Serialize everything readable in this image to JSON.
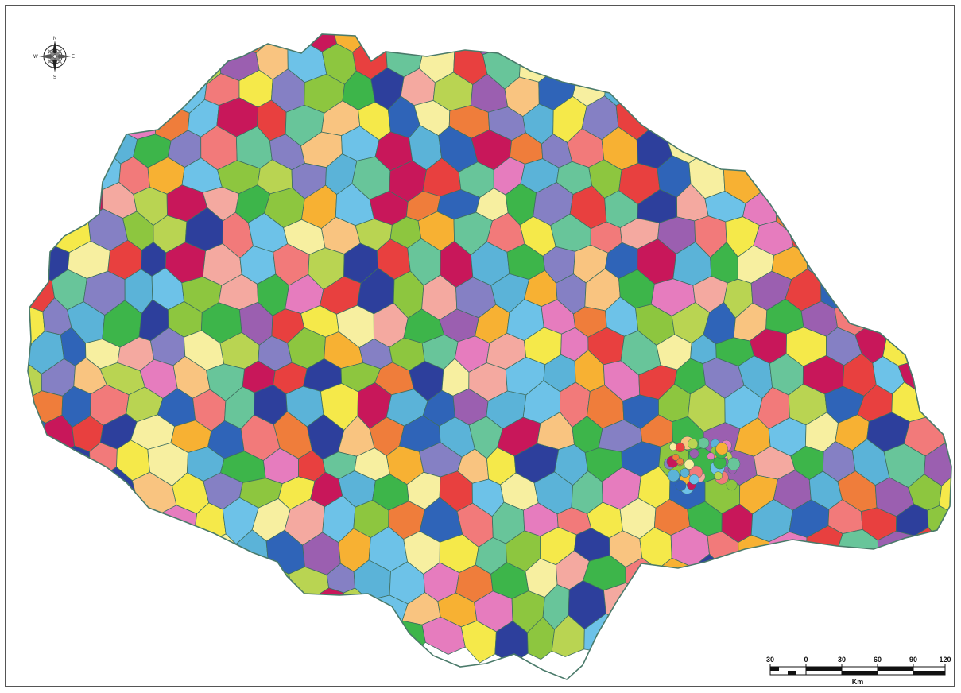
{
  "compass": {
    "n": "N",
    "s": "S",
    "e": "E",
    "w": "W"
  },
  "scale_bar": {
    "ticks": [
      "30",
      "0",
      "30",
      "60",
      "90",
      "120"
    ],
    "unit": "Km"
  },
  "palette": [
    "#e8403f",
    "#f4a9a0",
    "#ef7d3b",
    "#f7b133",
    "#f5e94a",
    "#b9d452",
    "#3db54a",
    "#68c59a",
    "#6dc2e8",
    "#2f64b8",
    "#2d3f9c",
    "#8580c4",
    "#9b5fb0",
    "#e67cbe",
    "#c8175a",
    "#f7efa0",
    "#8dc63f",
    "#f27a7a",
    "#f9c480",
    "#5bb3d8"
  ]
}
